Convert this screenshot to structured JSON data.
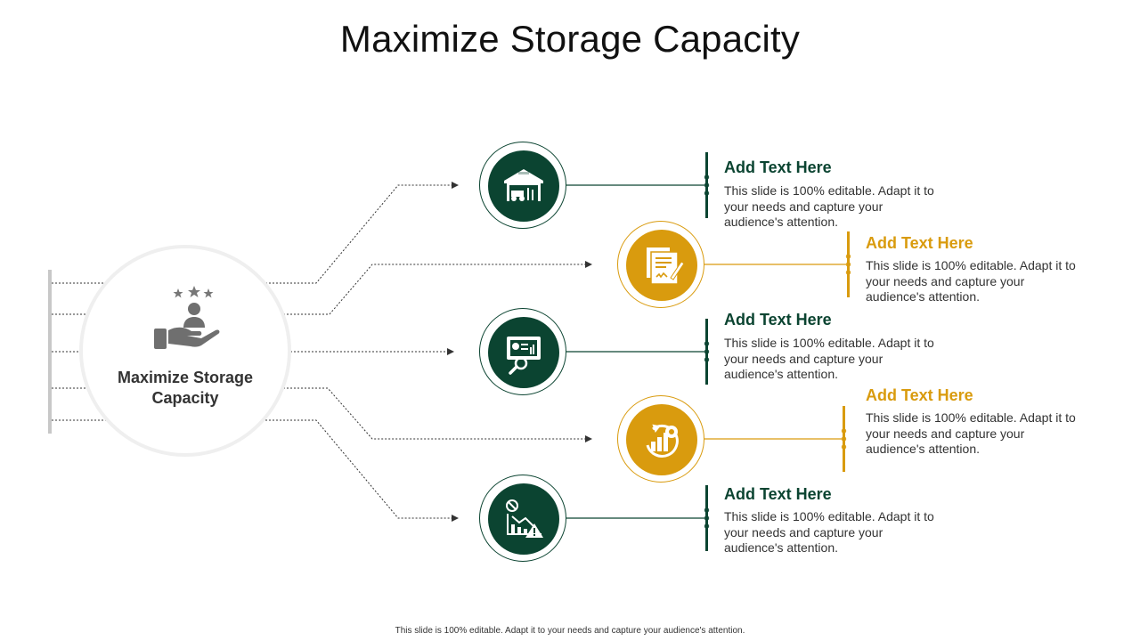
{
  "title": "Maximize Storage Capacity",
  "hub": {
    "label": "Maximize Storage Capacity",
    "icon": "hand-person-stars-icon"
  },
  "colors": {
    "green": "#0b4431",
    "gold": "#d99b0e",
    "gray": "#d6d6d6"
  },
  "items": [
    {
      "title": "Add Text Here",
      "body": "This slide is 100% editable. Adapt it to your needs and capture your audience's attention.",
      "icon": "warehouse-icon",
      "color": "green"
    },
    {
      "title": "Add Text Here",
      "body": "This slide is 100% editable. Adapt it to your needs and capture your audience's attention.",
      "icon": "document-signature-icon",
      "color": "gold"
    },
    {
      "title": "Add Text Here",
      "body": "This slide is 100% editable. Adapt it to your needs and capture your audience's attention.",
      "icon": "analytics-search-icon",
      "color": "green"
    },
    {
      "title": "Add Text Here",
      "body": "This slide is 100% editable. Adapt it to your needs and capture your audience's attention.",
      "icon": "growth-chart-gear-icon",
      "color": "gold"
    },
    {
      "title": "Add Text Here",
      "body": "This slide is 100% editable. Adapt it to your needs and capture your audience's attention.",
      "icon": "declining-chart-warning-icon",
      "color": "green"
    }
  ],
  "footer": "This slide is 100% editable. Adapt it to your needs and capture your audience's attention."
}
